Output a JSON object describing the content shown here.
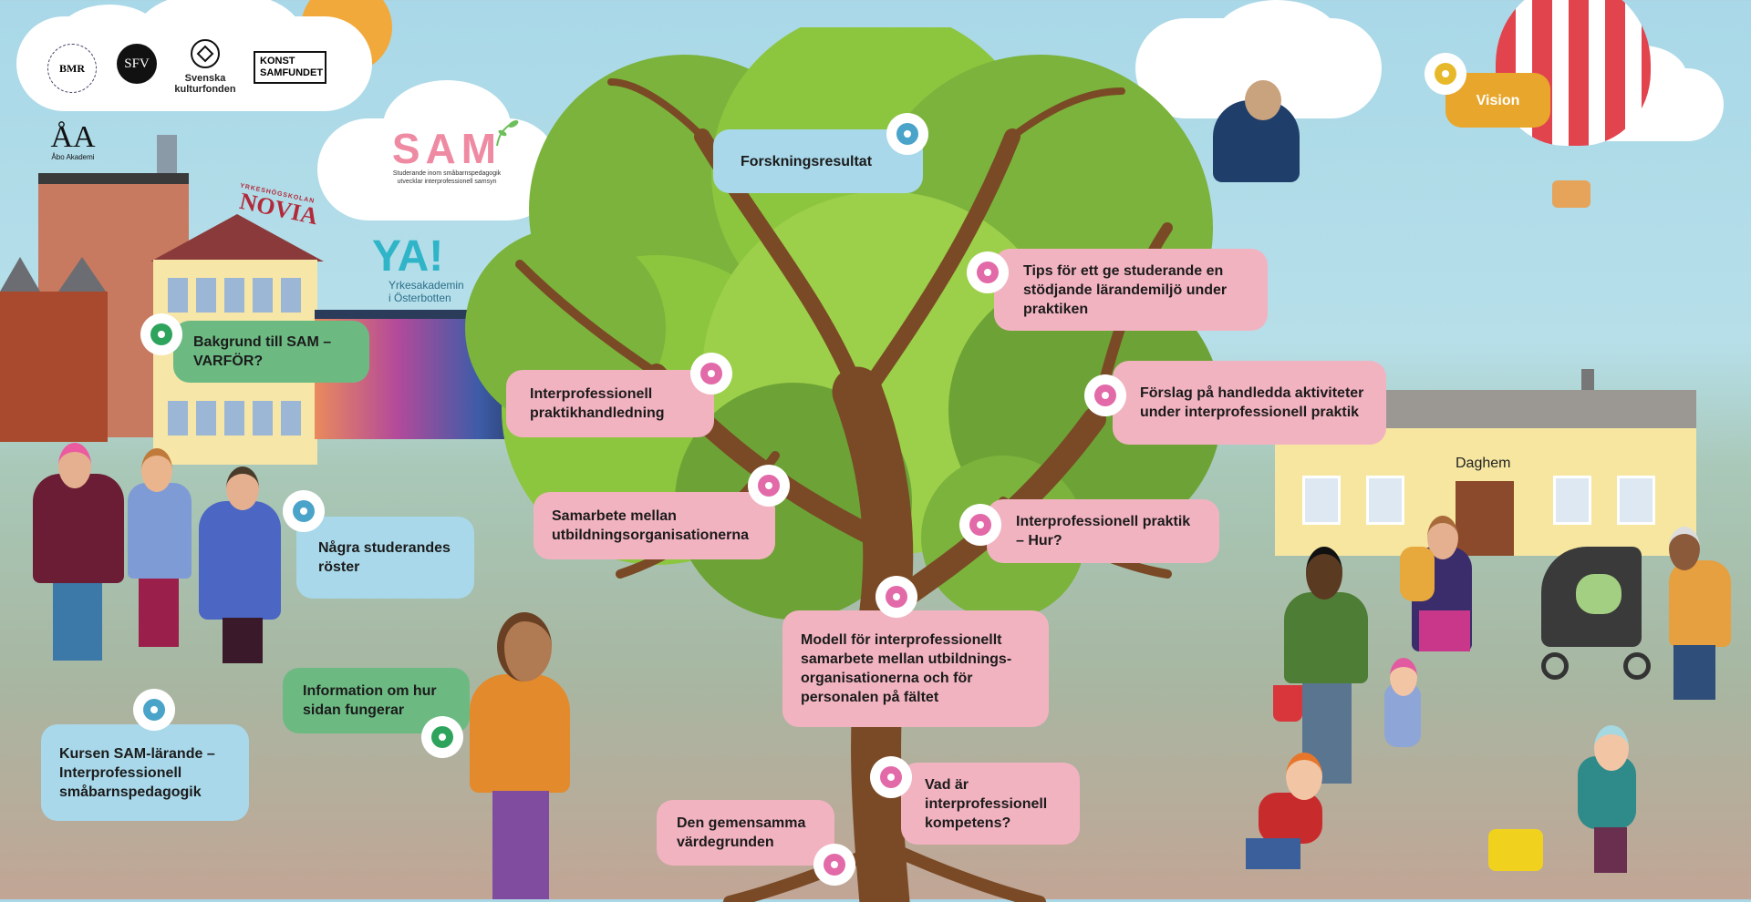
{
  "logos": {
    "bmr": "BMR",
    "sfv": "SFV",
    "svenska_kulturfonden": "Svenska\nkulturfonden",
    "konst_samfundet": "KONST\nSAMFUNDET",
    "abo_akademi": "Åbo Akademi",
    "novia": "NOVIA",
    "novia_arc": "YRKESHÖGSKOLAN",
    "sam_title": "SAM",
    "sam_subtitle": "Studerande inom småbarnspedagogik\nutvecklar interprofessionell samsyn",
    "ya_title": "YA!",
    "ya_subtitle": "Yrkesakademin\ni Österbotten"
  },
  "building": {
    "daghem_sign": "Daghem"
  },
  "labels": {
    "forskningsresultat": "Forskningsresultat",
    "vision": "Vision",
    "tips": "Tips för ett ge studerande en\nstödjande lärandemiljö under\npraktiken",
    "bakgrund": "Bakgrund till SAM –\nVARFÖR?",
    "forslag": "Förslag på handledda aktiviteter\nunder interprofessionell praktik",
    "praktikhandledning": "Interprofessionell\npraktikhandledning",
    "samarbete": "Samarbete mellan\nutbildningsorganisationerna",
    "praktik_hur": "Interprofessionell praktik\n– Hur?",
    "studerandes_roster": "Några studerandes\nröster",
    "modell": "Modell för interprofessionellt\nsamarbete mellan utbildnings-\norganisationerna och för\npersonalen på fältet",
    "information": "Information om hur\nsidan fungerar",
    "kursen": "Kursen SAM-lärande –\nInterprofessionell\nsmåbarnspedagogik",
    "vad_ar": "Vad är\ninterprofessionell\nkompetens?",
    "vardegrunden": "Den gemensamma\nvärdegrunden"
  },
  "colors": {
    "pink_label": "#f2b3c1",
    "green_label": "#6cba82",
    "blue_label": "#a8d8ea",
    "vision_label": "#e8a72c",
    "tree_foliage": "#8cc63f",
    "tree_trunk": "#7a4a26"
  }
}
